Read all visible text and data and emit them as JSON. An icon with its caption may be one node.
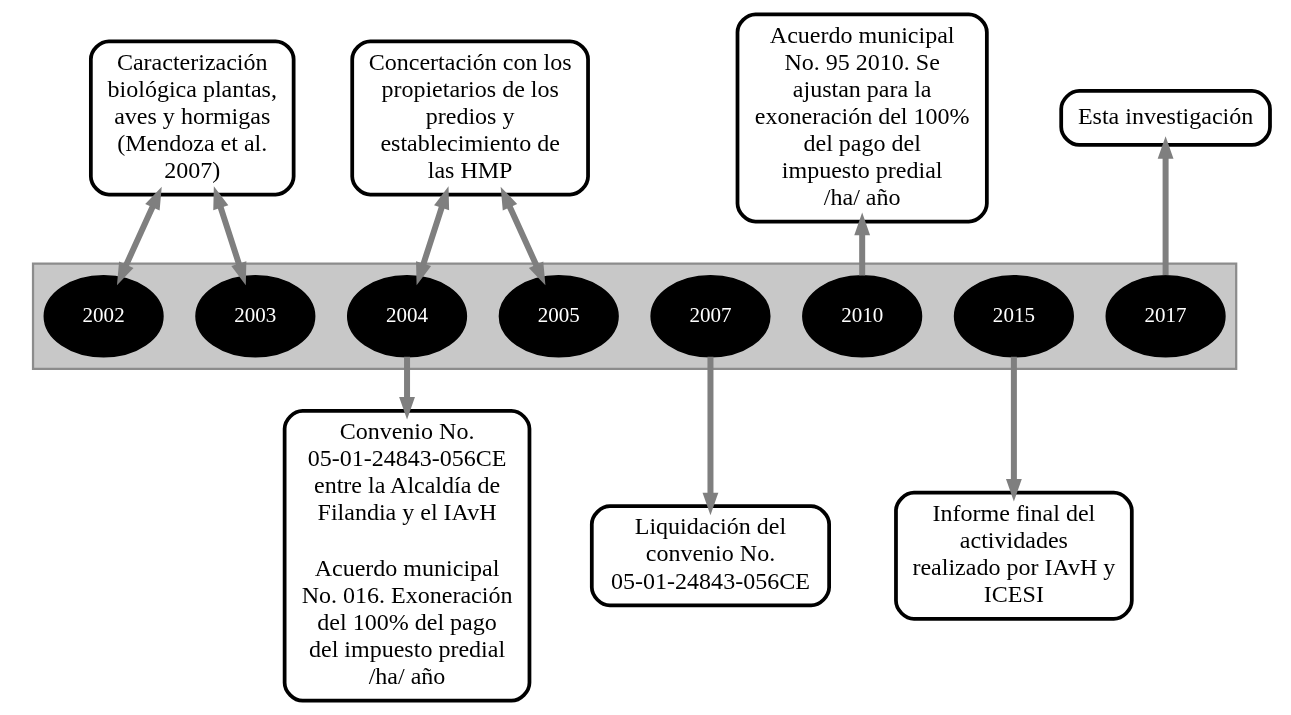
{
  "diagram": {
    "nodes": [
      {
        "text": [],
        "shape": "arrow"
      },
      {
        "text": [
          "2002"
        ],
        "in": 0
      },
      {
        "text": [
          "2003"
        ],
        "in": 0
      },
      {
        "text": [
          "2004"
        ],
        "in": 0
      },
      {
        "text": [
          "2005"
        ],
        "in": 0
      },
      {
        "text": [
          "2007"
        ],
        "in": 0
      },
      {
        "text": [
          "2010"
        ],
        "in": 0
      },
      {
        "text": [
          "2015"
        ],
        "in": 0
      },
      {
        "text": [
          "2017"
        ],
        "in": 0
      },
      {
        "text": [
          "Caracterización biológica plantas, aves y hormigas (Mendoza et al. 2007)"
        ]
      },
      {
        "text": [
          "Concertación con los propietarios de los predios y establecimiento de las HMP"
        ]
      },
      {
        "text": [
          "Acuerdo municipal No. 95 2010. Se ajustan para la exoneración del 100% del pago del impuesto predial /ha/ año"
        ]
      },
      {
        "text": [
          "Esta investigación"
        ]
      },
      {
        "text": [
          "Convenio No. 05-01-24843-056CE entre la Alcaldía de Filandia y el IAvH",
          "Acuerdo municipal No. 016. Exoneración del 100% del pago del impuesto predial /ha/ año"
        ]
      },
      {
        "text": [
          "Liquidación del convenio No. 05-01-24843-056CE"
        ]
      },
      {
        "text": [
          "Informe final del actividades realizado por IAvH y ICESI"
        ]
      }
    ],
    "edges": [
      {
        "from": 9,
        "to": 1,
        "arrow": "both"
      },
      {
        "from": 9,
        "to": 2,
        "arrow": "both"
      },
      {
        "from": 10,
        "to": 3,
        "arrow": "both"
      },
      {
        "from": 10,
        "to": 4,
        "arrow": "both"
      },
      {
        "from": 6,
        "to": 11,
        "arrow": "to"
      },
      {
        "from": 8,
        "to": 12,
        "arrow": "to"
      },
      {
        "from": 3,
        "to": 13,
        "arrow": "to"
      },
      {
        "from": 5,
        "to": 14,
        "arrow": "to"
      },
      {
        "from": 7,
        "to": 15,
        "arrow": "to"
      }
    ]
  }
}
